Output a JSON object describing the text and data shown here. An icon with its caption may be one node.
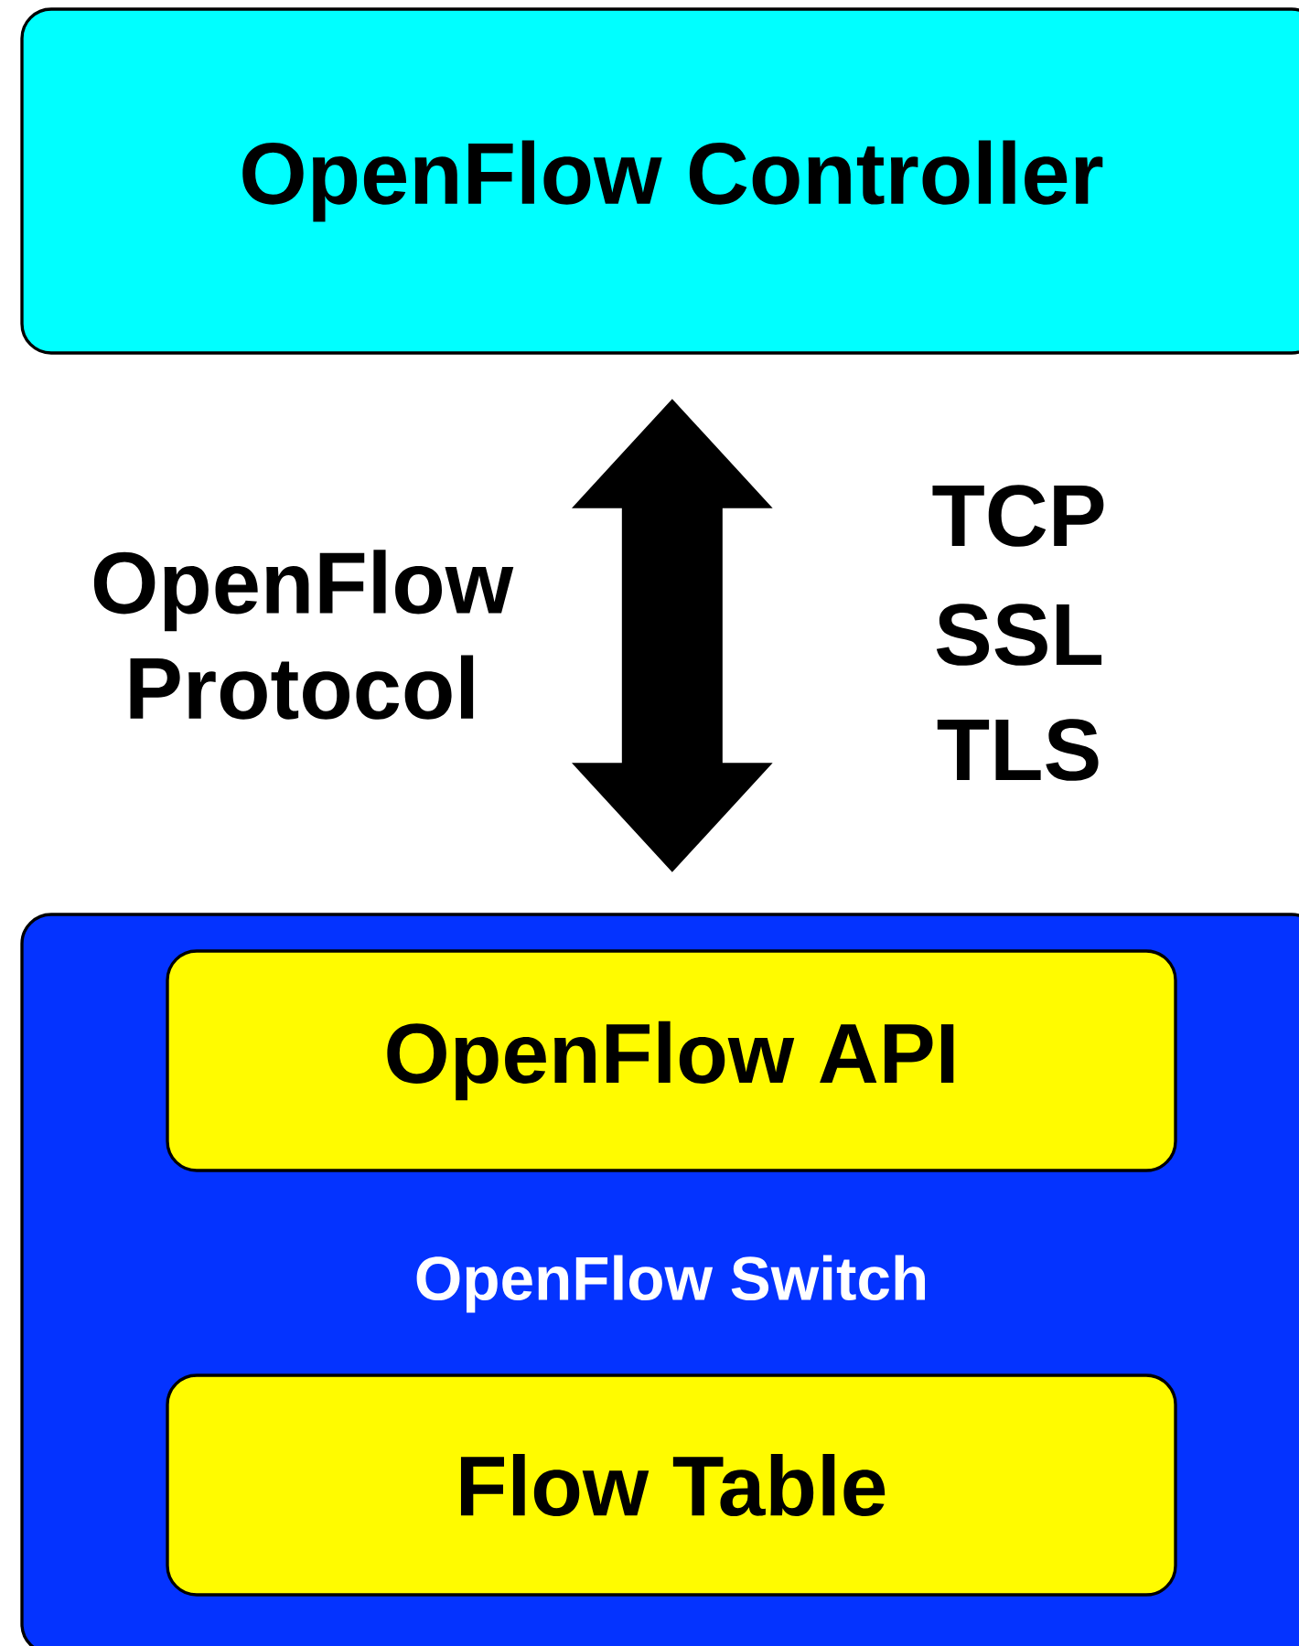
{
  "diagram": {
    "nodes": [
      {
        "text": [
          "OpenFlow Controller"
        ]
      },
      {
        "text": [
          "OpenFlow Switch"
        ]
      },
      {
        "text": [
          "OpenFlow API"
        ],
        "in": 1
      },
      {
        "text": [
          "Flow Table"
        ],
        "in": 1
      }
    ],
    "edges": [
      {
        "from": 0,
        "to": 1,
        "arrow": "both",
        "label": "OpenFlow Protocol"
      }
    ],
    "labels": [
      "TCP",
      "SSL",
      "TLS"
    ]
  }
}
